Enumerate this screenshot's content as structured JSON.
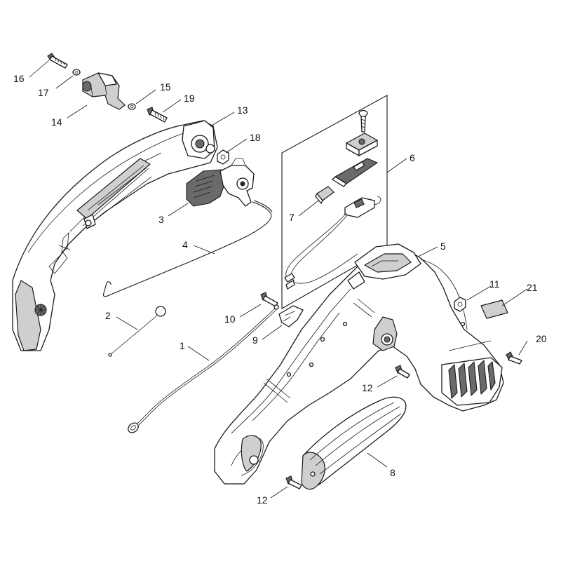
{
  "callouts": [
    {
      "id": "16",
      "label": "16"
    },
    {
      "id": "17",
      "label": "17"
    },
    {
      "id": "14",
      "label": "14"
    },
    {
      "id": "15",
      "label": "15"
    },
    {
      "id": "19",
      "label": "19"
    },
    {
      "id": "13",
      "label": "13"
    },
    {
      "id": "18",
      "label": "18"
    },
    {
      "id": "3",
      "label": "3"
    },
    {
      "id": "4",
      "label": "4"
    },
    {
      "id": "2",
      "label": "2"
    },
    {
      "id": "10",
      "label": "10"
    },
    {
      "id": "9",
      "label": "9"
    },
    {
      "id": "1",
      "label": "1"
    },
    {
      "id": "6",
      "label": "6"
    },
    {
      "id": "7",
      "label": "7"
    },
    {
      "id": "5",
      "label": "5"
    },
    {
      "id": "11",
      "label": "11"
    },
    {
      "id": "21",
      "label": "21"
    },
    {
      "id": "20",
      "label": "20"
    },
    {
      "id": "12a",
      "label": "12"
    },
    {
      "id": "8",
      "label": "8"
    },
    {
      "id": "12b",
      "label": "12"
    }
  ]
}
